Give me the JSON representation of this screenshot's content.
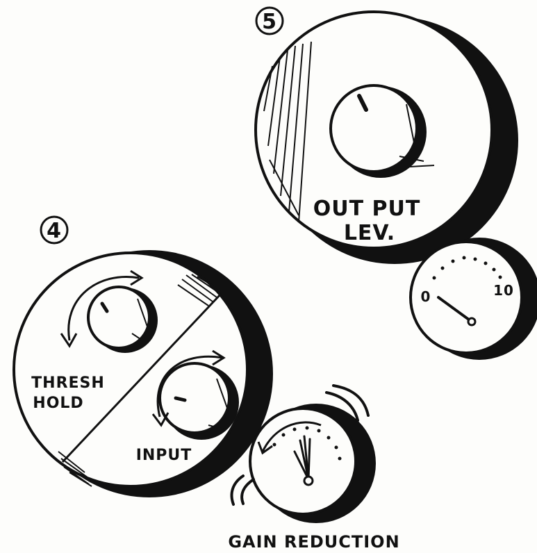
{
  "steps": {
    "step5": {
      "number": "5",
      "knob_label_line1": "OUT PUT",
      "knob_label_line2": "LEV."
    },
    "step4": {
      "number": "4",
      "threshold_line1": "THRESH",
      "threshold_line2": "HOLD",
      "input_label": "INPUT"
    }
  },
  "output_meter": {
    "min_label": "0",
    "max_label": "10"
  },
  "gain_reduction": {
    "caption": "GAIN REDUCTION"
  },
  "colors": {
    "ink": "#111111",
    "paper": "#fdfdfb"
  }
}
